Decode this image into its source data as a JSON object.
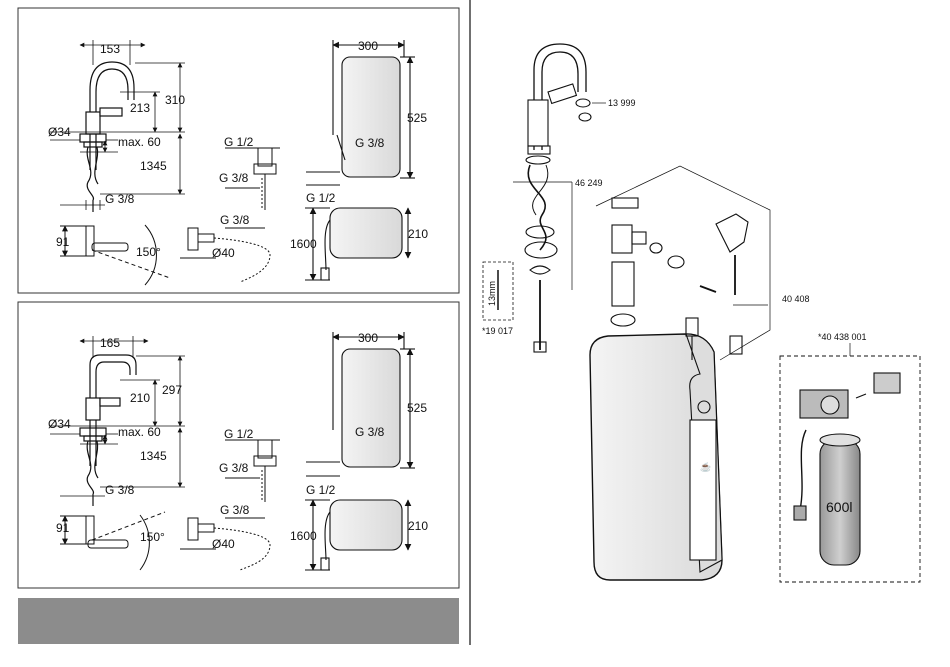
{
  "panel1": {
    "width": "153",
    "height_total": "310",
    "height_spout": "213",
    "body_diameter": "Ø34",
    "max_thickness": "max. 60",
    "hose_length": "1345",
    "thread_g38": "G 3/8",
    "base_height": "91",
    "swivel_angle": "150°",
    "tank_width": "300",
    "tank_height": "525",
    "tank_depth": "210",
    "cable_length": "1600",
    "outlet_diameter": "Ø40",
    "g12": "G 1/2",
    "g38_valve": "G 3/8",
    "g38_tee": "G 3/8",
    "g38_tank": "G 3/8",
    "g12_tank": "G 1/2"
  },
  "panel2": {
    "width": "165",
    "height_total": "297",
    "height_spout": "210",
    "body_diameter": "Ø34",
    "max_thickness": "max. 60",
    "hose_length": "1345",
    "thread_g38": "G 3/8",
    "base_height": "91",
    "swivel_angle": "150°",
    "tank_width": "300",
    "tank_height": "525",
    "tank_depth": "210",
    "cable_length": "1600",
    "outlet_diameter": "Ø40",
    "g12": "G 1/2",
    "g38_valve": "G 3/8",
    "g38_tee": "G 3/8",
    "g38_tank": "G 3/8",
    "g12_tank": "G 1/2"
  },
  "exploded": {
    "part_aerator": "13 999",
    "part_hose": "46 249",
    "part_spring": "*19 017",
    "spring_length": "13mm",
    "part_valve_set": "40 408",
    "part_filter_set": "*40 438 001",
    "filter_capacity": "600l"
  },
  "colors": {
    "banner": "#8c8c8c",
    "line": "#111111"
  }
}
